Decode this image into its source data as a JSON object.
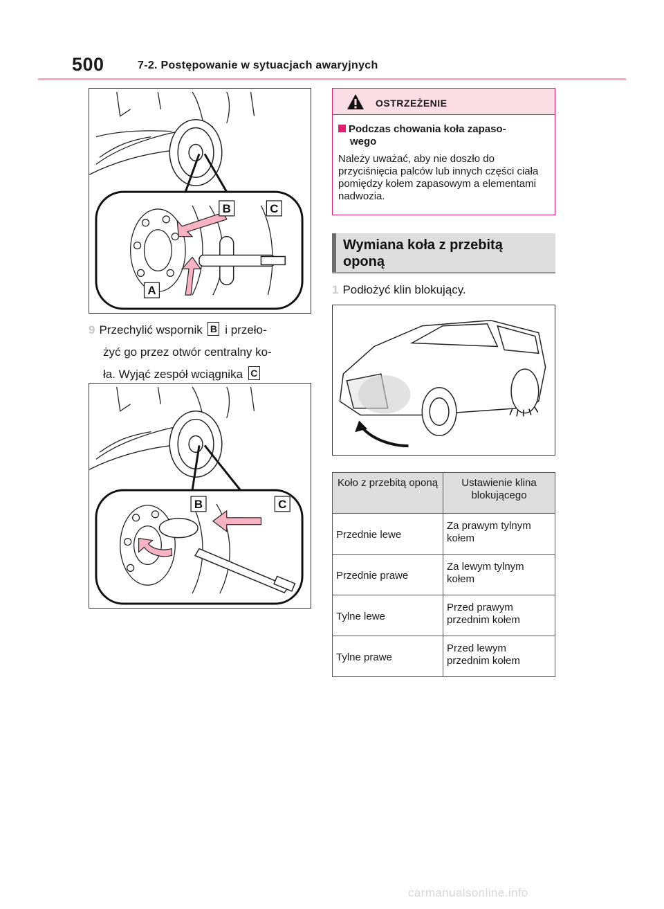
{
  "header": {
    "page_number": "500",
    "section_title": "7-2. Postępowanie w sytuacjach awaryjnych"
  },
  "figure1": {
    "labels": {
      "a": "A",
      "b": "B",
      "c": "C"
    }
  },
  "step9": {
    "number": "9",
    "line1_before": "Przechylić wspornik",
    "ref_b": "B",
    "line1_after": "i przeło-",
    "line2": "żyć go przez otwór centralny ko-",
    "line3": "ła. Wyjąć zespół wciągnika",
    "ref_c": "C"
  },
  "figure2": {
    "labels": {
      "b": "B",
      "c": "C"
    }
  },
  "warning": {
    "title": "OSTRZEŻENIE",
    "subtitle_line1": "Podczas chowania koła zapaso-",
    "subtitle_line2": "wego",
    "text": "Należy uważać, aby nie doszło do przyciśnięcia palców lub innych części ciała pomiędzy kołem zapasowym a elementami nadwozia."
  },
  "section": {
    "title_line1": "Wymiana koła z przebitą",
    "title_line2": "oponą"
  },
  "step1": {
    "number": "1",
    "text": "Podłożyć klin blokujący."
  },
  "table": {
    "headers": [
      "Koło z przebitą oponą",
      "Ustawienie klina blokującego"
    ],
    "rows": [
      [
        "Przednie lewe",
        "Za prawym tylnym kołem"
      ],
      [
        "Przednie prawe",
        "Za lewym tylnym kołem"
      ],
      [
        "Tylne lewe",
        "Przed prawym przednim kołem"
      ],
      [
        "Tylne prawe",
        "Przed lewym przednim kołem"
      ]
    ]
  },
  "watermark": "carmanualsonline.info",
  "colors": {
    "accent_pink": "#e01e6b",
    "header_rule": "#f2aab9",
    "arrow_fill": "#f7b3c2",
    "section_bg": "#dedede"
  }
}
